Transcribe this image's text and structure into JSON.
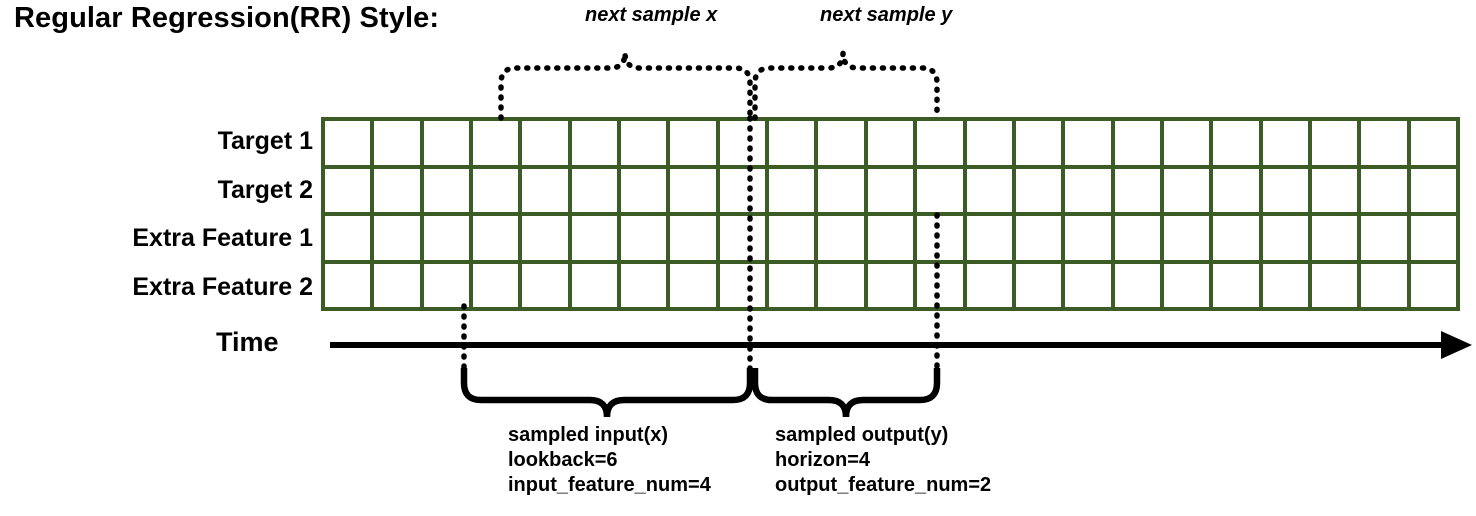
{
  "title": "Regular Regression(RR) Style:",
  "rows": [
    {
      "label": "Target 1",
      "name": "target-1"
    },
    {
      "label": "Target 2",
      "name": "target-2"
    },
    {
      "label": "Extra Feature 1",
      "name": "extra-feature-1"
    },
    {
      "label": "Extra Feature 2",
      "name": "extra-feature-2"
    }
  ],
  "time_axis": {
    "label": "Time"
  },
  "top_annotations": [
    {
      "text": "next sample x",
      "name": "next-sample-x-label"
    },
    {
      "text": "next sample y",
      "name": "next-sample-y-label"
    }
  ],
  "bottom_annotations": [
    {
      "name": "sampled-input-note",
      "lines": [
        "sampled input(x)",
        "lookback=6",
        "input_feature_num=4"
      ]
    },
    {
      "name": "sampled-output-note",
      "lines": [
        "sampled output(y)",
        "horizon=4",
        "output_feature_num=2"
      ]
    }
  ],
  "grid": {
    "columns": 23,
    "lead_blank_columns": 3,
    "input_columns": 6,
    "output_columns": 4,
    "border_color": "#3B5C24",
    "cells": [
      [
        "w",
        "w",
        "w",
        "g",
        "g",
        "g",
        "g",
        "g",
        "g",
        "gp",
        "gp",
        "gp",
        "gp",
        "w",
        "w",
        "w",
        "w",
        "w",
        "w",
        "w",
        "w",
        "w",
        "w"
      ],
      [
        "w",
        "w",
        "w",
        "y",
        "y",
        "y",
        "y",
        "y",
        "y",
        "yp",
        "yp",
        "yp",
        "yp",
        "w",
        "w",
        "w",
        "w",
        "w",
        "w",
        "w",
        "w",
        "w",
        "w"
      ],
      [
        "w",
        "w",
        "w",
        "b",
        "b",
        "b",
        "b",
        "b",
        "b",
        "w",
        "w",
        "w",
        "w",
        "w",
        "w",
        "w",
        "w",
        "w",
        "w",
        "w",
        "w",
        "w",
        "w"
      ],
      [
        "w",
        "w",
        "w",
        "o",
        "o",
        "o",
        "o",
        "o",
        "o",
        "w",
        "w",
        "w",
        "w",
        "w",
        "w",
        "w",
        "w",
        "w",
        "w",
        "w",
        "w",
        "w",
        "w"
      ]
    ],
    "legend": {
      "w": {
        "name": "empty-cell",
        "color": "#FFFFFF"
      },
      "g": {
        "name": "target1-input",
        "color": "#6EAB46"
      },
      "gp": {
        "name": "target1-output",
        "color": "#C5E0B4"
      },
      "y": {
        "name": "target2-input",
        "color": "#FFC000"
      },
      "yp": {
        "name": "target2-output",
        "color": "#FFE699"
      },
      "b": {
        "name": "extrafeature1-input",
        "color": "#2E75B6"
      },
      "o": {
        "name": "extrafeature2-input",
        "color": "#C55A11"
      }
    }
  }
}
